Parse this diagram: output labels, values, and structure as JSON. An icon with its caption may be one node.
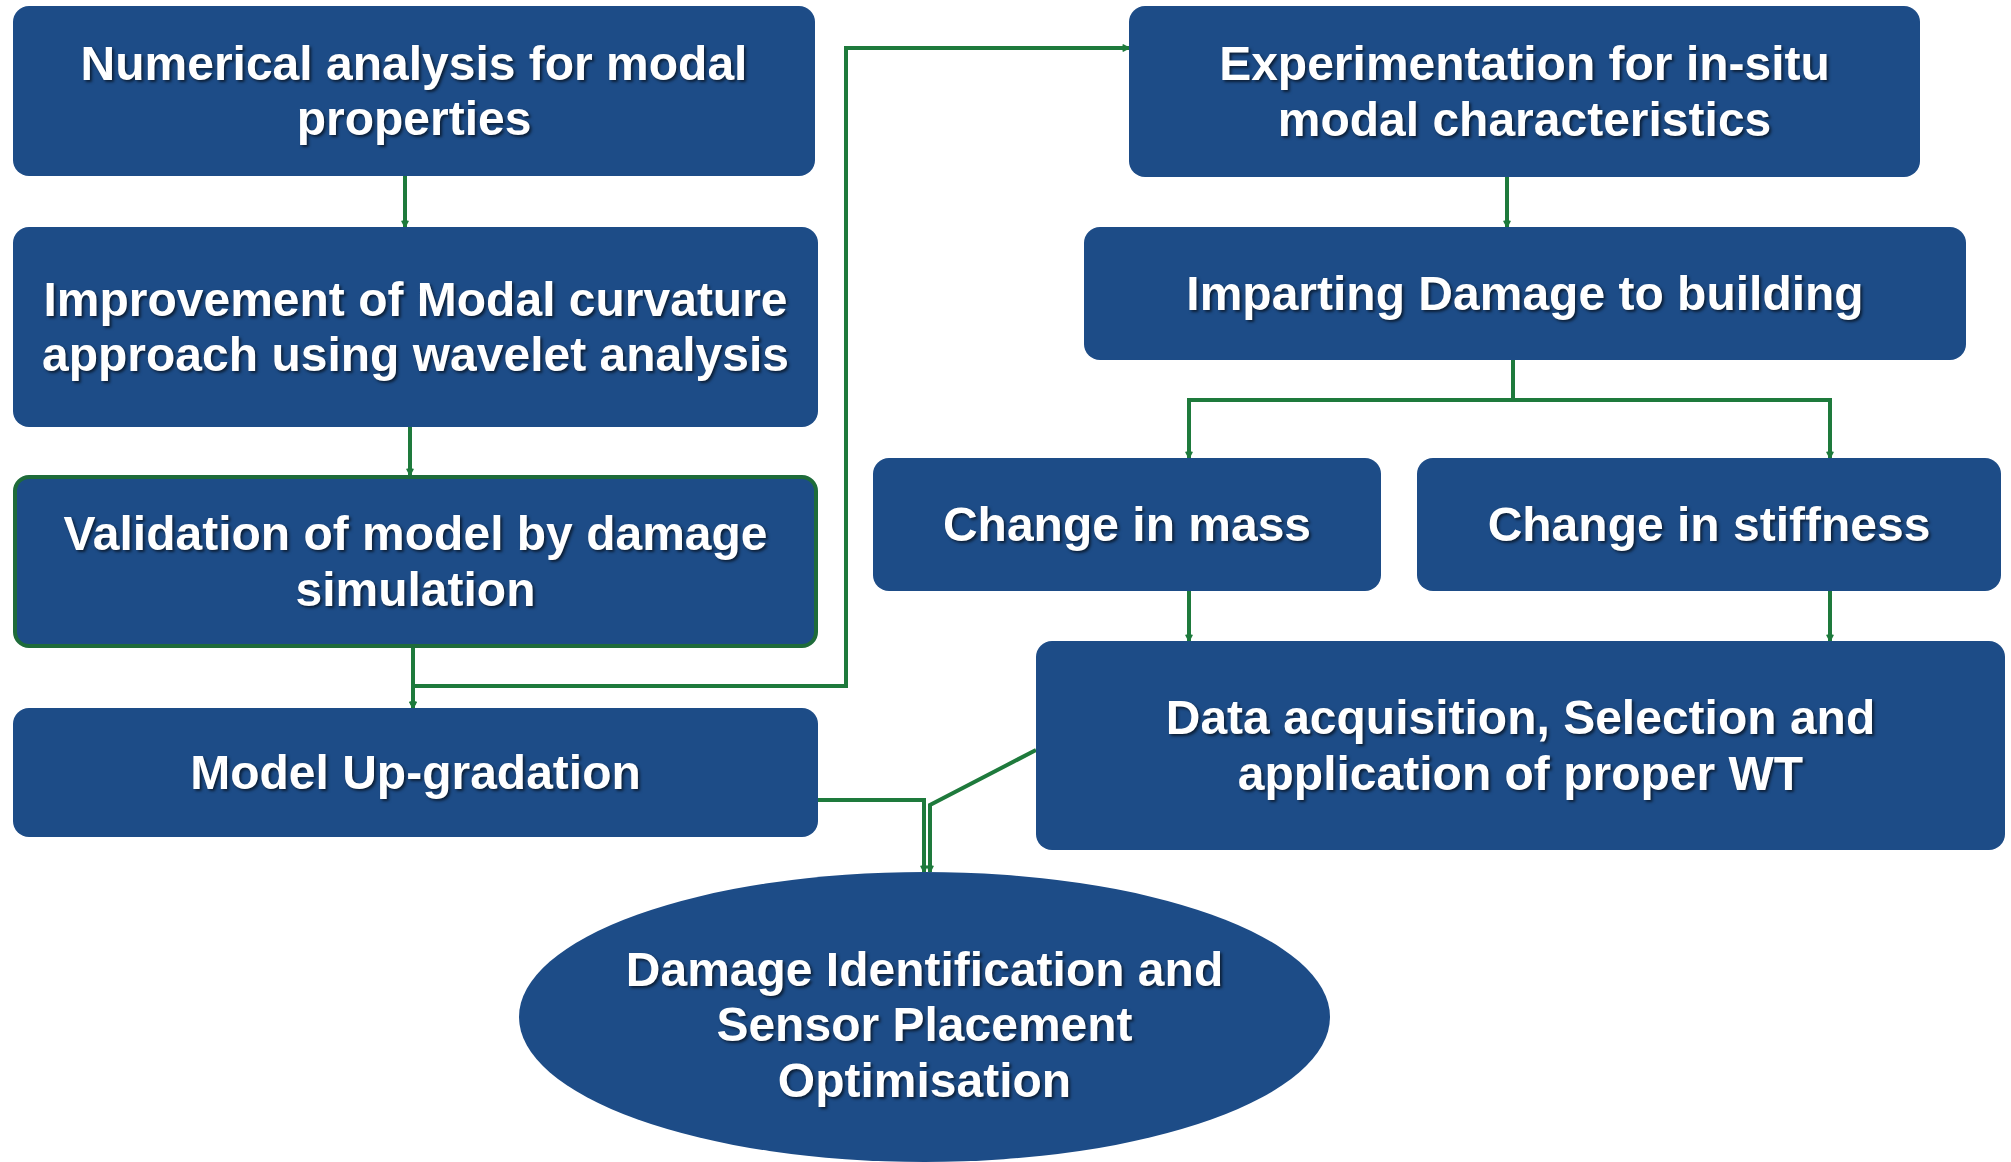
{
  "diagram": {
    "nodes": [
      {
        "text": [
          "Numerical analysis for modal properties"
        ]
      },
      {
        "text": [
          "Improvement of Modal curvature approach using wavelet analysis"
        ]
      },
      {
        "text": [
          "Validation of model by damage simulation"
        ]
      },
      {
        "text": [
          "Model Up-gradation"
        ]
      },
      {
        "text": [
          "Experimentation for in-situ modal characteristics"
        ]
      },
      {
        "text": [
          "Imparting Damage to building"
        ]
      },
      {
        "text": [
          "Change in mass"
        ]
      },
      {
        "text": [
          "Change in stiffness"
        ]
      },
      {
        "text": [
          "Data acquisition, Selection and application of proper WT"
        ]
      },
      {
        "text": [
          "Damage Identification and Sensor Placement Optimisation"
        ]
      }
    ],
    "edges": [
      {
        "from": 0,
        "to": 1,
        "arrow": "to"
      },
      {
        "from": 1,
        "to": 2,
        "arrow": "to"
      },
      {
        "from": 2,
        "to": 3,
        "arrow": "to"
      },
      {
        "from": 3,
        "to": 4,
        "arrow": "both"
      },
      {
        "from": 4,
        "to": 5,
        "arrow": "to"
      },
      {
        "from": 5,
        "to": 6,
        "arrow": "to"
      },
      {
        "from": 5,
        "to": 7,
        "arrow": "to"
      },
      {
        "from": 6,
        "to": 8,
        "arrow": "to"
      },
      {
        "from": 7,
        "to": 8,
        "arrow": "to"
      },
      {
        "from": 3,
        "to": 9,
        "arrow": "to"
      },
      {
        "from": 8,
        "to": 9,
        "arrow": "to"
      }
    ]
  }
}
